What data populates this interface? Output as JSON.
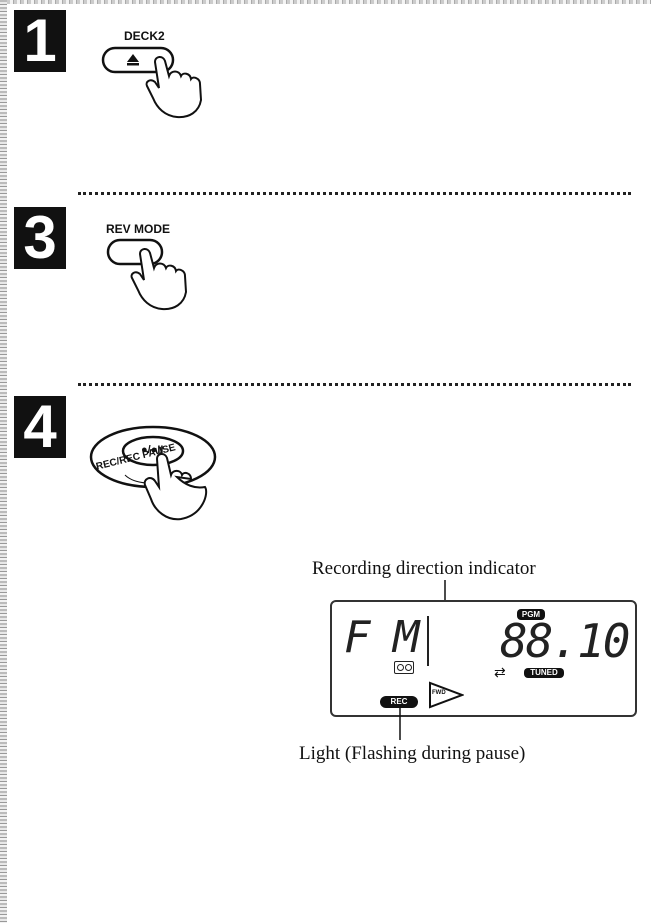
{
  "steps": [
    {
      "number": "1",
      "button_label": "DECK2"
    },
    {
      "number": "3",
      "button_label": "REV MODE"
    },
    {
      "number": "4",
      "button_symbol": "●/●II",
      "button_label": "REC/REC PAUSE"
    }
  ],
  "display": {
    "band": "F  M",
    "frequency": "88.10",
    "pgm_badge": "PGM",
    "tuned_badge": "TUNED",
    "fwd_label": "FWD",
    "rec_badge": "REC"
  },
  "captions": {
    "direction_indicator": "Recording direction indicator",
    "light": "Light (Flashing during pause)"
  }
}
